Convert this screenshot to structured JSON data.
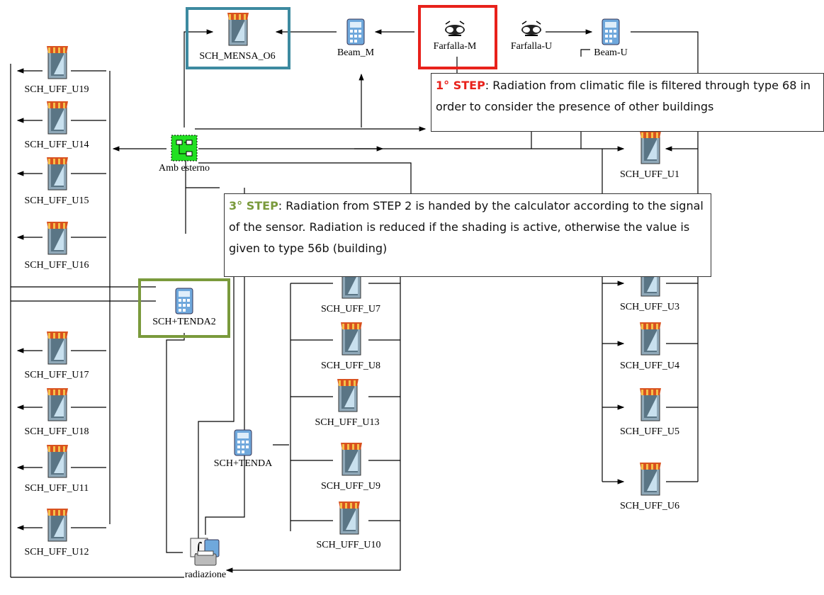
{
  "nodes": {
    "sch_mensa_o6": {
      "label": "SCH_MENSA_O6",
      "icon": "window-shading-icon"
    },
    "beam_m": {
      "label": "Beam_M",
      "icon": "calculator-icon"
    },
    "farfalla_m": {
      "label": "Farfalla-M",
      "icon": "radiation-processor-icon"
    },
    "farfalla_u": {
      "label": "Farfalla-U",
      "icon": "radiation-processor-icon"
    },
    "beam_u": {
      "label": "Beam-U",
      "icon": "calculator-icon"
    },
    "amb_esterno": {
      "label": "Amb esterno",
      "icon": "weather-data-icon"
    },
    "sch_uff_u19": {
      "label": "SCH_UFF_U19",
      "icon": "window-shading-icon"
    },
    "sch_uff_u14": {
      "label": "SCH_UFF_U14",
      "icon": "window-shading-icon"
    },
    "sch_uff_u15": {
      "label": "SCH_UFF_U15",
      "icon": "window-shading-icon"
    },
    "sch_uff_u16": {
      "label": "SCH_UFF_U16",
      "icon": "window-shading-icon"
    },
    "sch_uff_u17": {
      "label": "SCH_UFF_U17",
      "icon": "window-shading-icon"
    },
    "sch_uff_u18": {
      "label": "SCH_UFF_U18",
      "icon": "window-shading-icon"
    },
    "sch_uff_u11": {
      "label": "SCH_UFF_U11",
      "icon": "window-shading-icon"
    },
    "sch_uff_u12": {
      "label": "SCH_UFF_U12",
      "icon": "window-shading-icon"
    },
    "sch_tenda2": {
      "label": "SCH+TENDA2",
      "icon": "calculator-icon"
    },
    "sch_tenda": {
      "label": "SCH+TENDA",
      "icon": "calculator-icon"
    },
    "radiazione": {
      "label": "radiazione",
      "icon": "integrator-printer-icon"
    },
    "sch_uff_u7": {
      "label": "SCH_UFF_U7",
      "icon": "window-shading-icon"
    },
    "sch_uff_u8": {
      "label": "SCH_UFF_U8",
      "icon": "window-shading-icon"
    },
    "sch_uff_u13": {
      "label": "SCH_UFF_U13",
      "icon": "window-shading-icon"
    },
    "sch_uff_u9": {
      "label": "SCH_UFF_U9",
      "icon": "window-shading-icon"
    },
    "sch_uff_u10": {
      "label": "SCH_UFF_U10",
      "icon": "window-shading-icon"
    },
    "sch_uff_u1": {
      "label": "SCH_UFF_U1",
      "icon": "window-shading-icon"
    },
    "sch_uff_u3": {
      "label": "SCH_UFF_U3",
      "icon": "window-shading-icon"
    },
    "sch_uff_u4": {
      "label": "SCH_UFF_U4",
      "icon": "window-shading-icon"
    },
    "sch_uff_u5": {
      "label": "SCH_UFF_U5",
      "icon": "window-shading-icon"
    },
    "sch_uff_u6": {
      "label": "SCH_UFF_U6",
      "icon": "window-shading-icon"
    }
  },
  "notes": {
    "step1": {
      "tag": "1° STEP",
      "text": ": Radiation from climatic file is filtered through type 68 in order to consider the presence of other buildings"
    },
    "step3": {
      "tag": "3° STEP",
      "text": ": Radiation from STEP 2 is handed by the calculator according to the signal of the sensor. Radiation is reduced if the shading is active, otherwise the value is given to type 56b (building)"
    }
  },
  "colors": {
    "step1_highlight": "#e8211b",
    "step3_highlight": "#7a9a3c",
    "mensa_highlight": "#3d8aa0",
    "wire": "#000000",
    "weather_box": "#22e022"
  }
}
